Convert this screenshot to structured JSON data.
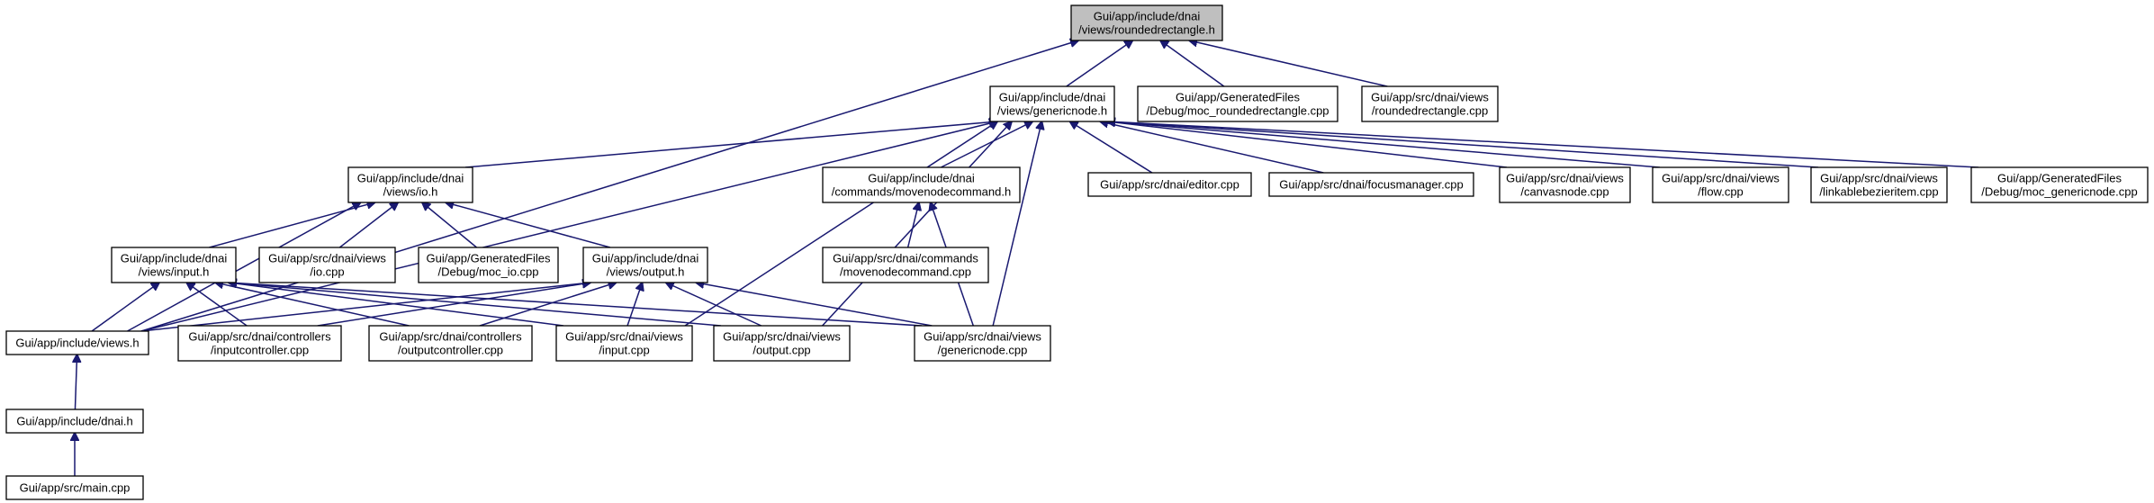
{
  "colors": {
    "edge": "#191970",
    "root_fill": "#bfbfbf",
    "node_fill": "#ffffff",
    "border": "#000000"
  },
  "nodes": {
    "roundedrectangle_h": [
      "Gui/app/include/dnai",
      "/views/roundedrectangle.h"
    ],
    "genericnode_h": [
      "Gui/app/include/dnai",
      "/views/genericnode.h"
    ],
    "moc_roundedrectangle_cpp": [
      "Gui/app/GeneratedFiles",
      "/Debug/moc_roundedrectangle.cpp"
    ],
    "roundedrectangle_cpp": [
      "Gui/app/src/dnai/views",
      "/roundedrectangle.cpp"
    ],
    "io_h": [
      "Gui/app/include/dnai",
      "/views/io.h"
    ],
    "movenodecommand_h": [
      "Gui/app/include/dnai",
      "/commands/movenodecommand.h"
    ],
    "editor_cpp": [
      "Gui/app/src/dnai/editor.cpp"
    ],
    "focusmanager_cpp": [
      "Gui/app/src/dnai/focusmanager.cpp"
    ],
    "canvasnode_cpp": [
      "Gui/app/src/dnai/views",
      "/canvasnode.cpp"
    ],
    "flow_cpp": [
      "Gui/app/src/dnai/views",
      "/flow.cpp"
    ],
    "linkablebezieritem_cpp": [
      "Gui/app/src/dnai/views",
      "/linkablebezieritem.cpp"
    ],
    "moc_genericnode_cpp": [
      "Gui/app/GeneratedFiles",
      "/Debug/moc_genericnode.cpp"
    ],
    "input_h": [
      "Gui/app/include/dnai",
      "/views/input.h"
    ],
    "io_cpp": [
      "Gui/app/src/dnai/views",
      "/io.cpp"
    ],
    "moc_io_cpp": [
      "Gui/app/GeneratedFiles",
      "/Debug/moc_io.cpp"
    ],
    "output_h": [
      "Gui/app/include/dnai",
      "/views/output.h"
    ],
    "movenodecommand_cpp": [
      "Gui/app/src/dnai/commands",
      "/movenodecommand.cpp"
    ],
    "views_h": [
      "Gui/app/include/views.h"
    ],
    "inputcontroller_cpp": [
      "Gui/app/src/dnai/controllers",
      "/inputcontroller.cpp"
    ],
    "outputcontroller_cpp": [
      "Gui/app/src/dnai/controllers",
      "/outputcontroller.cpp"
    ],
    "input_cpp": [
      "Gui/app/src/dnai/views",
      "/input.cpp"
    ],
    "output_cpp": [
      "Gui/app/src/dnai/views",
      "/output.cpp"
    ],
    "genericnode_cpp": [
      "Gui/app/src/dnai/views",
      "/genericnode.cpp"
    ],
    "dnai_h": [
      "Gui/app/include/dnai.h"
    ],
    "main_cpp": [
      "Gui/app/src/main.cpp"
    ]
  }
}
